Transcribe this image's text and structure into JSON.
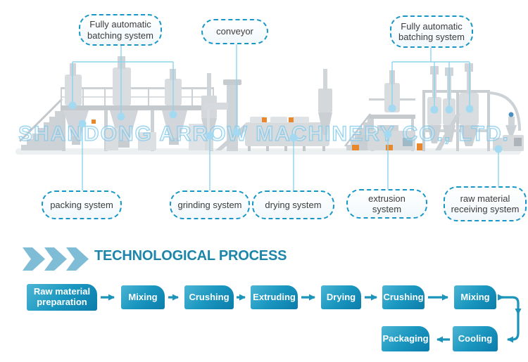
{
  "diagram": {
    "watermark": "SHANDONG ARROW MACHINERY CO., LTD.",
    "labels": {
      "batching_left": "Fully automatic batching system",
      "conveyor": "conveyor",
      "batching_right": "Fully automatic batching system",
      "packing": "packing system",
      "grinding": "grinding system",
      "drying": "drying system",
      "extrusion": "extrusion system",
      "raw_receiving": "raw material receiving system"
    }
  },
  "process": {
    "heading": "TECHNOLOGICAL PROCESS",
    "steps": {
      "raw": "Raw material preparation",
      "mixing1": "Mixing",
      "crushing1": "Crushing",
      "extruding": "Extruding",
      "drying": "Drying",
      "crushing2": "Crushing",
      "mixing2": "Mixing",
      "cooling": "Cooling",
      "packaging": "Packaging"
    },
    "sequence": [
      "Raw material preparation",
      "Mixing",
      "Crushing",
      "Extruding",
      "Drying",
      "Crushing",
      "Mixing",
      "Cooling",
      "Packaging"
    ]
  },
  "colors": {
    "callout_border": "#1897c7",
    "connector_line": "#8ed3ee",
    "connector_dot": "#a3daf1",
    "heading_teal": "#1c85a9",
    "chevron_blue": "#7fbcd6",
    "step_gradient_top": "#4db5d4",
    "step_gradient_bottom": "#0c7cab",
    "flow_arrow": "#1b93ba",
    "machinery_gray": "#d5d9dc",
    "accent_orange": "#e8872b"
  }
}
